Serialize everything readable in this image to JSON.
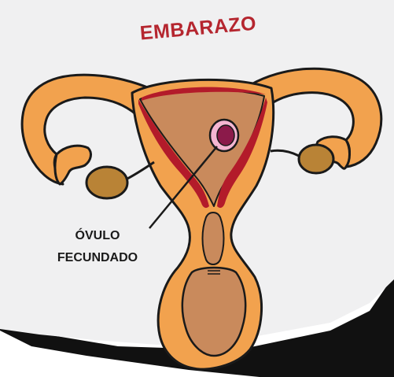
{
  "title": "EMBARAZO",
  "callout": {
    "line1": "ÓVULO",
    "line2": "FECUNDADO"
  },
  "colors": {
    "title": "#b5262f",
    "outline": "#1a1a1a",
    "tissue": "#f2a24e",
    "inner": "#c98a5c",
    "lining": "#b31b2a",
    "ovary": "#b98336",
    "egg": "#8b1a4a",
    "egg_halo": "#f4b6d2",
    "paper": "#f0f0f1",
    "shadow": "#111111"
  }
}
